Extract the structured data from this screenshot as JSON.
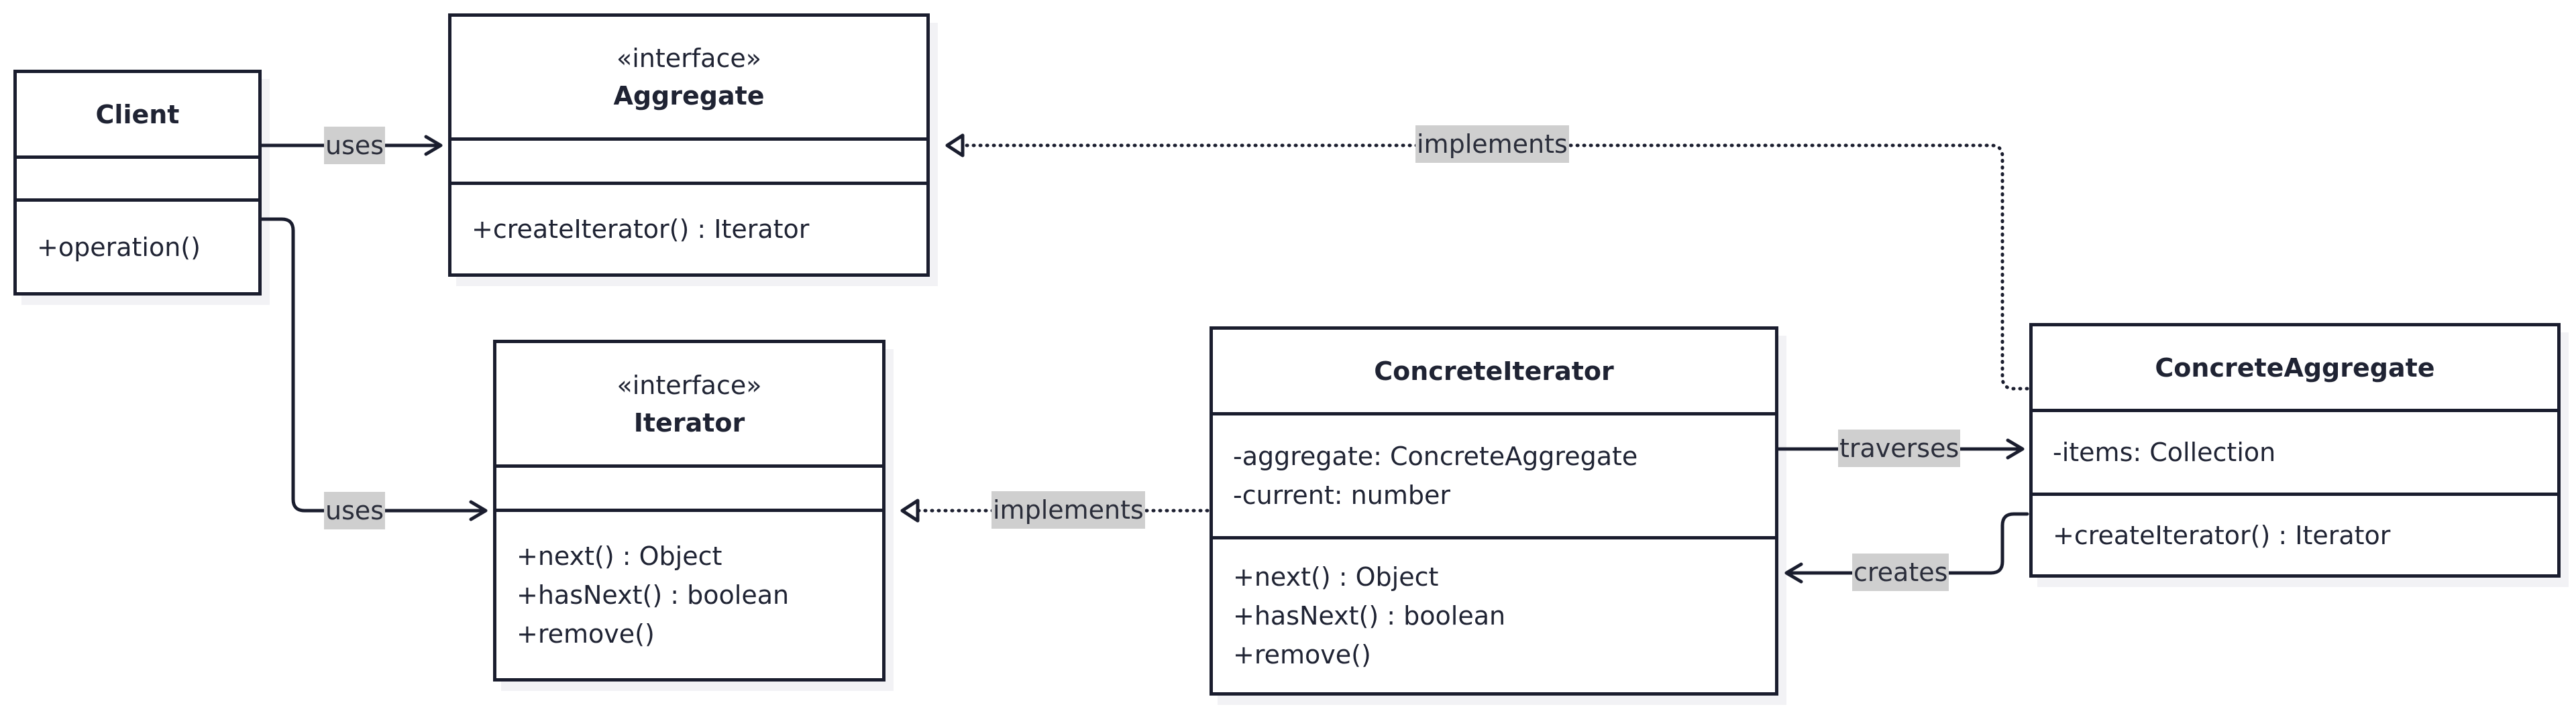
{
  "classes": {
    "client": {
      "name": "Client",
      "attributes": [],
      "operations": [
        "+operation()"
      ]
    },
    "aggregate": {
      "stereotype": "«interface»",
      "name": "Aggregate",
      "attributes": [],
      "operations": [
        "+createIterator() : Iterator"
      ]
    },
    "iterator": {
      "stereotype": "«interface»",
      "name": "Iterator",
      "attributes": [],
      "operations": [
        "+next() : Object",
        "+hasNext() : boolean",
        "+remove()"
      ]
    },
    "concrete_iterator": {
      "name": "ConcreteIterator",
      "attributes": [
        "-aggregate: ConcreteAggregate",
        "-current: number"
      ],
      "operations": [
        "+next() : Object",
        "+hasNext() : boolean",
        "+remove()"
      ]
    },
    "concrete_aggregate": {
      "name": "ConcreteAggregate",
      "attributes": [
        "-items: Collection"
      ],
      "operations": [
        "+createIterator() : Iterator"
      ]
    }
  },
  "relations": [
    {
      "from": "Client",
      "to": "Aggregate",
      "label": "uses",
      "kind": "association"
    },
    {
      "from": "Client",
      "to": "Iterator",
      "label": "uses",
      "kind": "association"
    },
    {
      "from": "ConcreteAggregate",
      "to": "Aggregate",
      "label": "implements",
      "kind": "realization"
    },
    {
      "from": "ConcreteIterator",
      "to": "Iterator",
      "label": "implements",
      "kind": "realization"
    },
    {
      "from": "ConcreteIterator",
      "to": "ConcreteAggregate",
      "label": "traverses",
      "kind": "association"
    },
    {
      "from": "ConcreteAggregate",
      "to": "ConcreteIterator",
      "label": "creates",
      "kind": "association"
    }
  ]
}
